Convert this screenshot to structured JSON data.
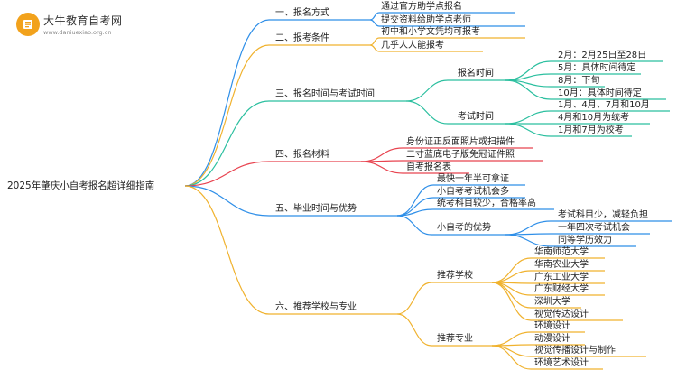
{
  "watermark": {
    "name": "大牛教育自考网",
    "url": "www.daniuexiao.org.cn"
  },
  "colors": {
    "branch_blue": "#2f8fe8",
    "branch_orange": "#f0b22e",
    "branch_green": "#2bbf9f",
    "branch_red": "#e8434f",
    "logo": "#f2a21c"
  },
  "root": "2025年肇庆小自考报名超详细指南",
  "branches": [
    {
      "label": "一、报名方式",
      "children": [
        {
          "label": "通过官方助学点报名"
        },
        {
          "label": "提交资料给助学点老师"
        }
      ]
    },
    {
      "label": "二、报考条件",
      "children": [
        {
          "label": "初中和小学文凭均可报考"
        },
        {
          "label": "几乎人人能报考"
        }
      ]
    },
    {
      "label": "三、报名时间与考试时间",
      "children": [
        {
          "label": "报名时间",
          "children": [
            {
              "label": "2月：2月25日至28日"
            },
            {
              "label": "5月：具体时间待定"
            },
            {
              "label": "8月：下旬"
            },
            {
              "label": "10月：具体时间待定"
            }
          ]
        },
        {
          "label": "考试时间",
          "children": [
            {
              "label": "1月、4月、7月和10月"
            },
            {
              "label": "4月和10月为统考"
            },
            {
              "label": "1月和7月为校考"
            }
          ]
        }
      ]
    },
    {
      "label": "四、报名材料",
      "children": [
        {
          "label": "身份证正反面照片或扫描件"
        },
        {
          "label": "二寸蓝底电子版免冠证件照"
        },
        {
          "label": "自考报名表"
        }
      ]
    },
    {
      "label": "五、毕业时间与优势",
      "children": [
        {
          "label": "最快一年半可拿证"
        },
        {
          "label": "小自考考试机会多"
        },
        {
          "label": "统考科目较少，合格率高"
        },
        {
          "label": "小自考的优势",
          "children": [
            {
              "label": "考试科目少，减轻负担"
            },
            {
              "label": "一年四次考试机会"
            },
            {
              "label": "同等学历效力"
            }
          ]
        }
      ]
    },
    {
      "label": "六、推荐学校与专业",
      "children": [
        {
          "label": "推荐学校",
          "children": [
            {
              "label": "华南师范大学"
            },
            {
              "label": "华南农业大学"
            },
            {
              "label": "广东工业大学"
            },
            {
              "label": "广东财经大学"
            },
            {
              "label": "深圳大学"
            },
            {
              "label": "视觉传达设计"
            }
          ]
        },
        {
          "label": "推荐专业",
          "children": [
            {
              "label": "环境设计"
            },
            {
              "label": "动漫设计"
            },
            {
              "label": "视觉传播设计与制作"
            },
            {
              "label": "环境艺术设计"
            }
          ]
        }
      ]
    }
  ]
}
